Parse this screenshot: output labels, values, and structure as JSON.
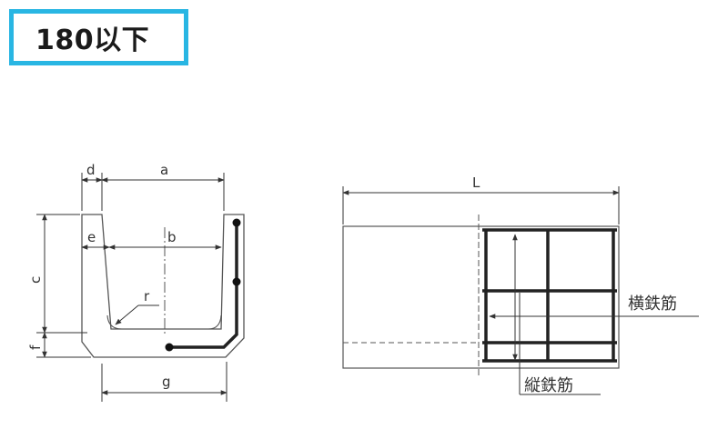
{
  "badge": {
    "text": "180以下"
  },
  "section_view": {
    "labels": {
      "d": "d",
      "a": "a",
      "e": "e",
      "b": "b",
      "c": "c",
      "r": "r",
      "f": "f",
      "g": "g"
    }
  },
  "side_view": {
    "labels": {
      "L": "L",
      "transverse": "横鉄筋",
      "longitudinal": "縦鉄筋"
    }
  },
  "colors": {
    "badge_border": "#29b6e3",
    "line": "#333333",
    "rebar": "#222222"
  }
}
